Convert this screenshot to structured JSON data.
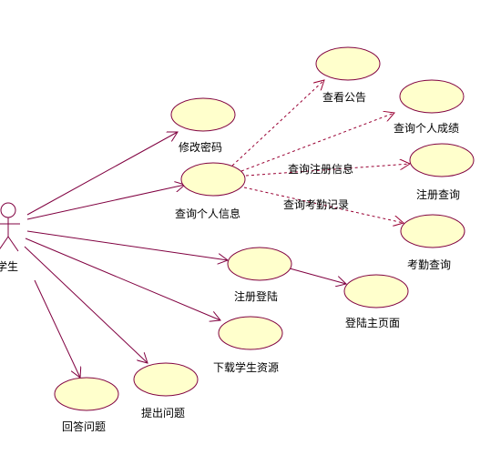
{
  "actor": {
    "label": "学生"
  },
  "use_cases": {
    "view_notice": "查看公告",
    "personal_grades": "查询个人成绩",
    "change_password": "修改密码",
    "personal_info": "查询个人信息",
    "registration_query": "注册查询",
    "attendance_query": "考勤查询",
    "register_login": "注册登陆",
    "login_home": "登陆主页面",
    "download_resources": "下载学生资源",
    "answer_question": "回答问题",
    "ask_question": "提出问题"
  },
  "dependency_labels": {
    "query_registration_info": "查询注册信息",
    "query_attendance_record": "查询考勤记录"
  },
  "colors": {
    "ellipse_fill": "#FFFFCC",
    "ellipse_stroke": "#800040",
    "association": "#800040",
    "dependency": "#990033",
    "text": "#000000"
  }
}
